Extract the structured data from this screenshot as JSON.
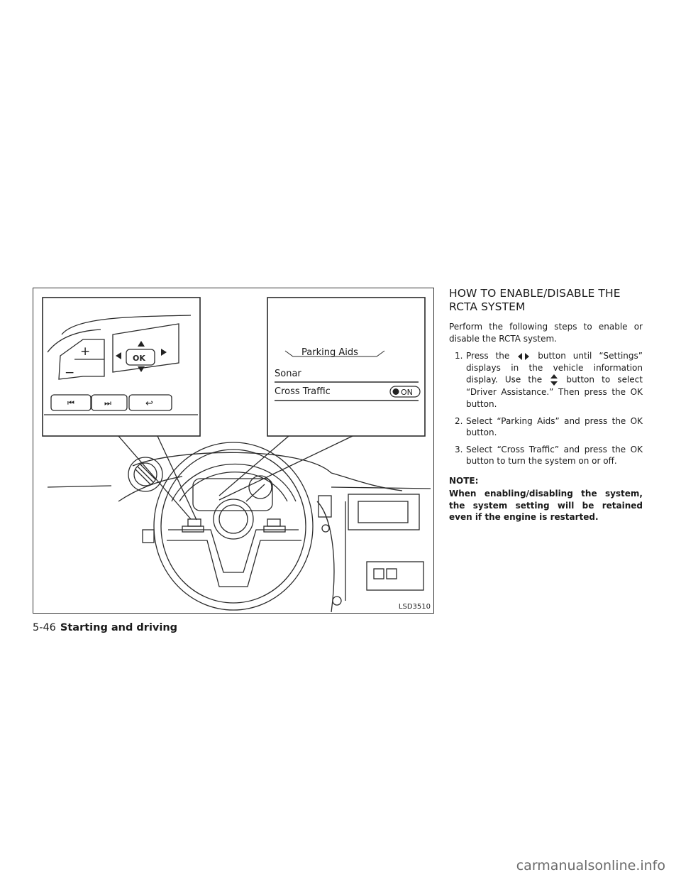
{
  "figure": {
    "code": "LSD3510",
    "screen": {
      "header": "Parking Aids",
      "row1": "Sonar",
      "row2": "Cross Traffic",
      "toggle": "ON"
    },
    "wheel_buttons": {
      "ok": "OK"
    }
  },
  "section": {
    "title": "HOW TO ENABLE/DISABLE THE RCTA SYSTEM",
    "intro": "Perform the following steps to enable or disable the RCTA system.",
    "steps": [
      {
        "num": "1.",
        "a": "Press the",
        "icon_a": "left-right-arrows-icon",
        "b": "button until “Settings” displays in the vehicle information display. Use the",
        "icon_b": "up-down-arrows-icon",
        "c": "button to select “Driver Assistance.” Then press the OK button."
      },
      {
        "num": "2.",
        "text": "Select “Parking Aids” and press the OK button."
      },
      {
        "num": "3.",
        "text": "Select “Cross Traffic” and press the OK button to turn the system on or off."
      }
    ],
    "note_heading": "NOTE:",
    "note_body": "When enabling/disabling the system, the system setting will be retained even if the engine is restarted."
  },
  "footer": {
    "page": "5-46",
    "chapter": "Starting and driving"
  },
  "watermark": "carmanualsonline.info"
}
